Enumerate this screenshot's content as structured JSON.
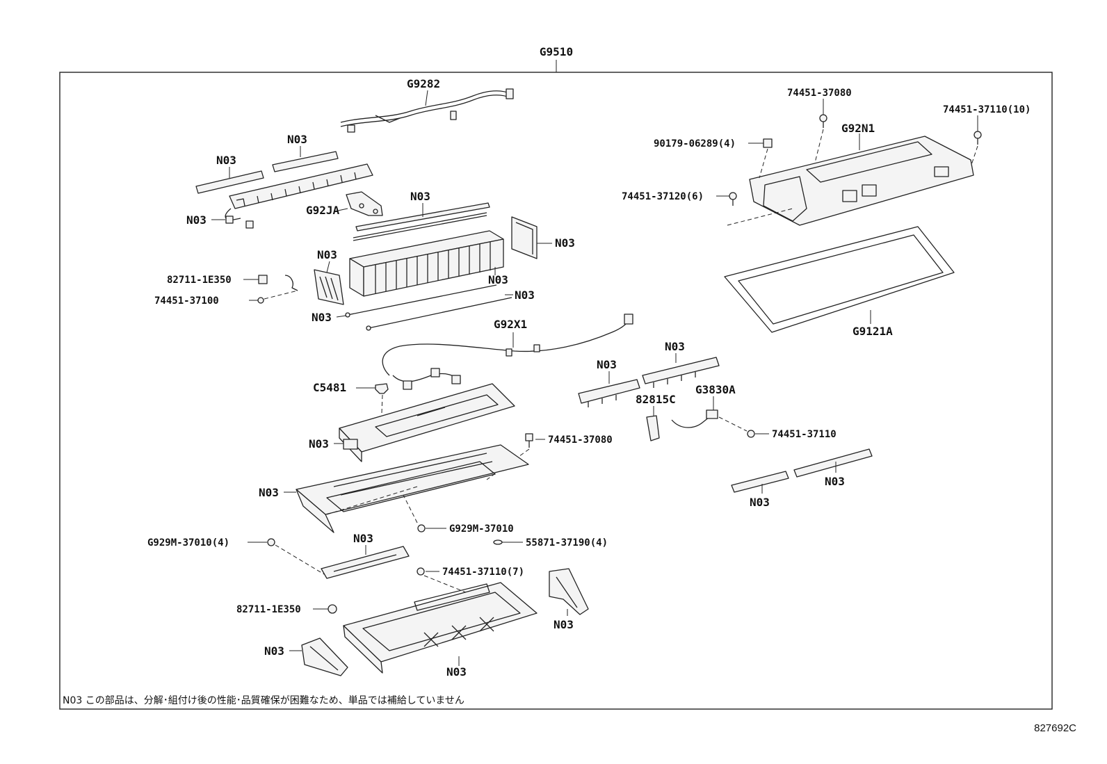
{
  "diagram": {
    "assembly_label": "G9510",
    "figure_ref": "827692C",
    "note": "N03  この部品は、分解･組付け後の性能･品質確保が困難なため、単品では補給していません",
    "callouts": {
      "g9282": "G9282",
      "n03_top_mid": "N03",
      "n03_top_left": "N03",
      "n03_connector": "N03",
      "g92ja": "G92JA",
      "n03_rods": "N03",
      "n03_plate_right": "N03",
      "n03_endplate": "N03",
      "p82711_top": "82711-1E350",
      "p74451_37100": "74451-37100",
      "n03_stack_low1": "N03",
      "n03_stack_low2": "N03",
      "n03_rod_left": "N03",
      "g92x1": "G92X1",
      "c5481": "C5481",
      "n03_tray": "N03",
      "p74451_37080_mid": "74451-37080",
      "n03_frame": "N03",
      "g929m_single": "G929M-37010",
      "g929m_4": "G929M-37010(4)",
      "n03_bracket": "N03",
      "p55871": "55871-37190(4)",
      "p74451_37110_7": "74451-37110(7)",
      "p82711_low": "82711-1E350",
      "n03_side_bracket": "N03",
      "n03_left_bracket": "N03",
      "n03_bottom_case": "N03",
      "p74451_37080_top": "74451-37080",
      "p74451_37110_10": "74451-37110(10)",
      "g92n1": "G92N1",
      "p90179": "90179-06289(4)",
      "p74451_37120": "74451-37120(6)",
      "g9121a": "G9121A",
      "n03_bus_right": "N03",
      "n03_bus_left": "N03",
      "p82815c": "82815C",
      "g3830a": "G3830A",
      "p74451_37110_single": "74451-37110",
      "n03_strip_right": "N03",
      "n03_strip_left": "N03"
    }
  }
}
